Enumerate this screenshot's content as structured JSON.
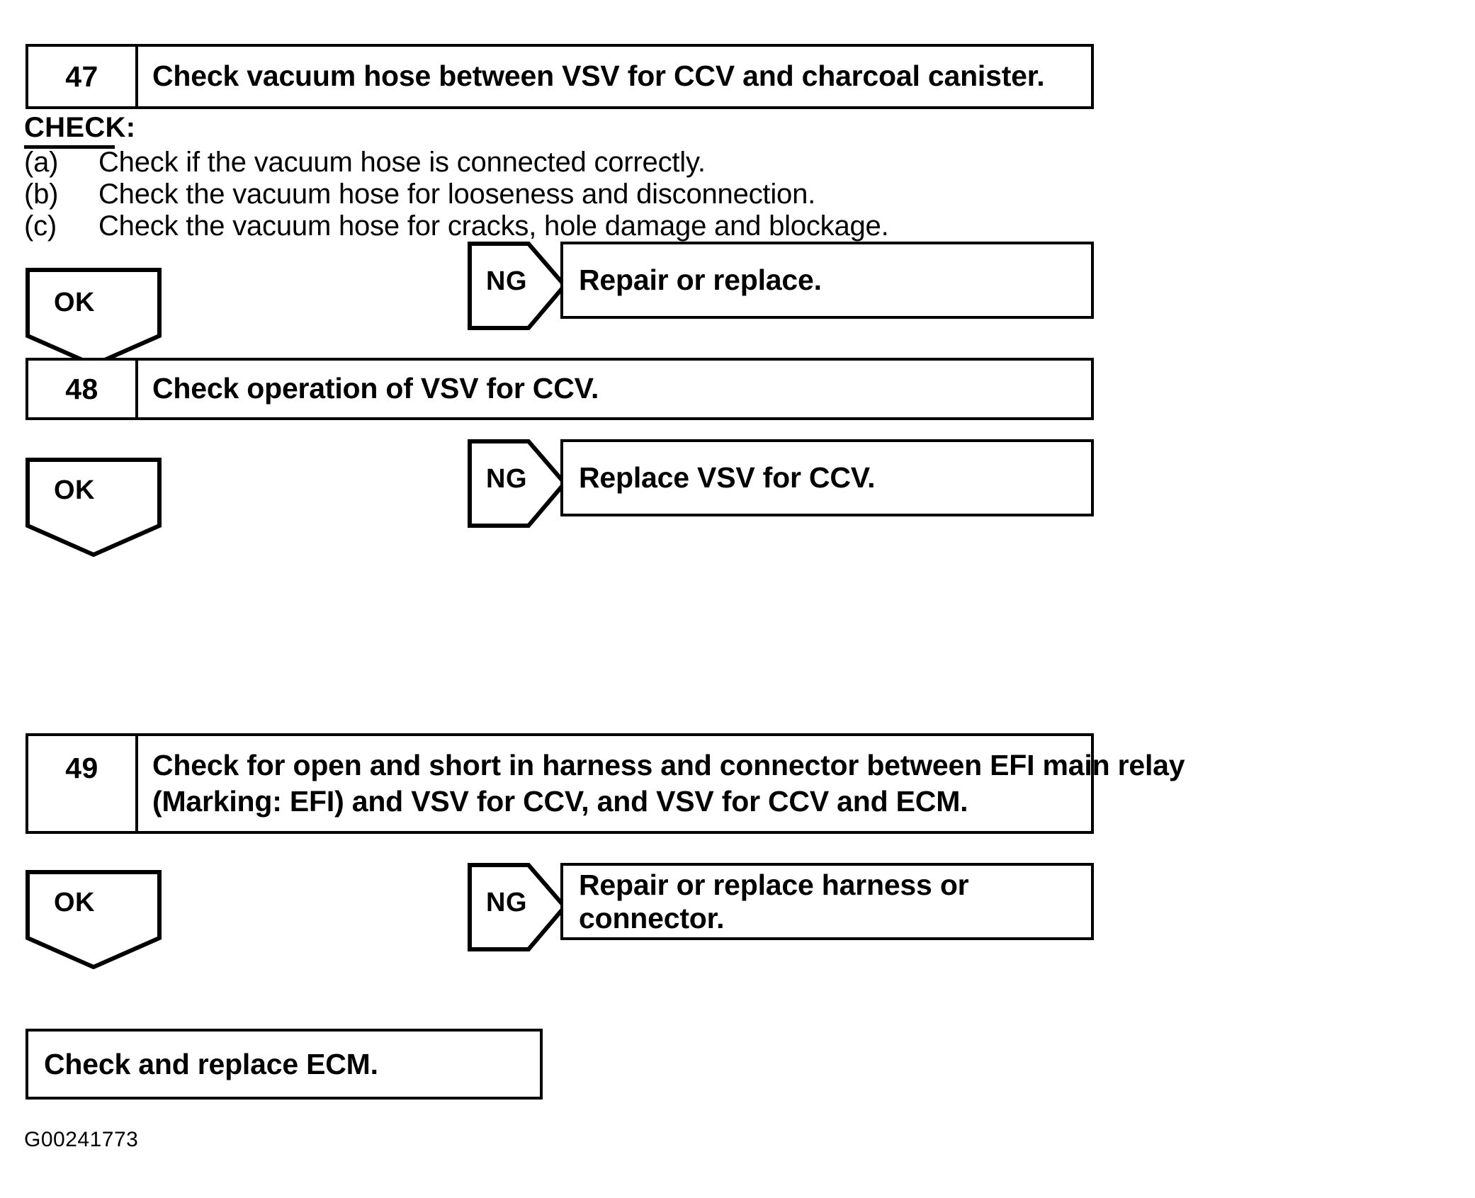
{
  "figure": {
    "id_code": "G00241773"
  },
  "steps": [
    {
      "number": "47",
      "text": "Check vacuum hose between VSV for CCV and charcoal canister.",
      "lines": [
        "Check vacuum hose between VSV for CCV and charcoal canister."
      ]
    },
    {
      "number": "48",
      "text": "Check operation of VSV for CCV.",
      "lines": [
        "Check operation of VSV for CCV."
      ]
    },
    {
      "number": "49",
      "text": "Check for open and short in harness and connector between EFI main relay (Marking: EFI) and VSV for CCV, and VSV for CCV and ECM.",
      "lines": [
        "Check for open and short in harness and connector between EFI main relay",
        "(Marking: EFI) and VSV for CCV, and VSV for CCV and ECM."
      ]
    }
  ],
  "check_section": {
    "heading": "CHECK:",
    "items": [
      {
        "marker": "(a)",
        "text": "Check if the vacuum hose is connected correctly."
      },
      {
        "marker": "(b)",
        "text": "Check the vacuum hose for looseness and disconnection."
      },
      {
        "marker": "(c)",
        "text": "Check the vacuum hose for cracks, hole damage and blockage."
      }
    ]
  },
  "branches": [
    {
      "ok_label": "OK",
      "ng_label": "NG",
      "ng_result": "Repair or replace."
    },
    {
      "ok_label": "OK",
      "ng_label": "NG",
      "ng_result": "Replace VSV for CCV."
    },
    {
      "ok_label": "OK",
      "ng_label": "NG",
      "ng_result": "Repair or replace harness or connector."
    }
  ],
  "final_box": {
    "text": "Check and replace ECM."
  },
  "colors": {
    "ink": "#000000",
    "paper": "#ffffff"
  }
}
